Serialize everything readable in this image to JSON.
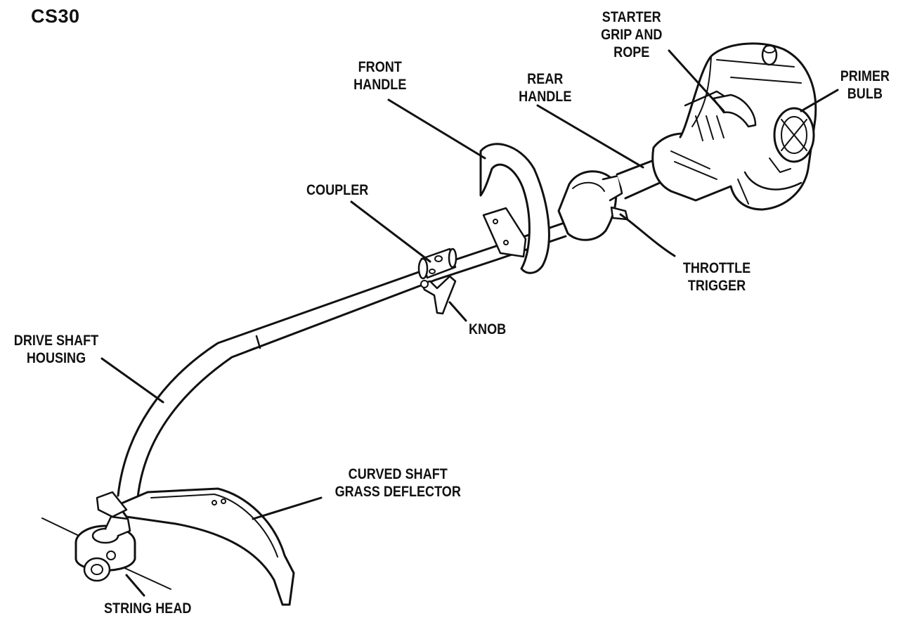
{
  "model": "CS30",
  "labels": {
    "starter_grip": [
      "STARTER",
      "GRIP AND",
      "ROPE"
    ],
    "primer_bulb": [
      "PRIMER",
      "BULB"
    ],
    "front_handle": [
      "FRONT",
      "HANDLE"
    ],
    "rear_handle": [
      "REAR",
      "HANDLE"
    ],
    "coupler": [
      "COUPLER"
    ],
    "throttle_trigger": [
      "THROTTLE",
      "TRIGGER"
    ],
    "knob": [
      "KNOB"
    ],
    "drive_shaft_housing": [
      "DRIVE SHAFT",
      "HOUSING"
    ],
    "curved_shaft_grass_deflector": [
      "CURVED SHAFT",
      "GRASS DEFLECTOR"
    ],
    "string_head": [
      "STRING HEAD"
    ]
  }
}
